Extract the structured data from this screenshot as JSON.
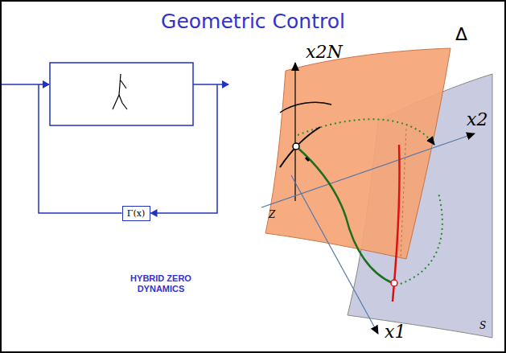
{
  "diagram": {
    "title": "Geometric Control",
    "nodes": [
      {
        "text": [
          "Γ(x)"
        ]
      }
    ],
    "labels": [
      "x2N",
      "x2",
      "x1",
      "Δ",
      "Z",
      "S",
      "HYBRID ZERO DYNAMICS"
    ]
  }
}
